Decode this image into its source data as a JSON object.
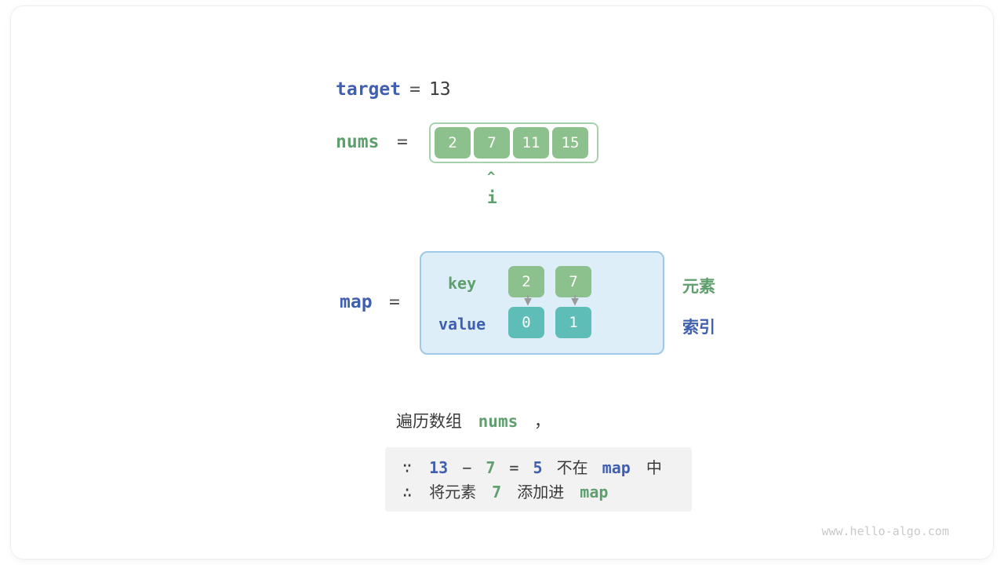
{
  "target": {
    "label": "target",
    "equals": "=",
    "value": "13"
  },
  "nums": {
    "label": "nums",
    "equals": "=",
    "cells": [
      "2",
      "7",
      "11",
      "15"
    ],
    "pointer_caret": "^",
    "pointer_label": "i"
  },
  "map": {
    "label": "map",
    "equals": "=",
    "key_label": "key",
    "value_label": "value",
    "keys": [
      "2",
      "7"
    ],
    "values": [
      "0",
      "1"
    ],
    "legend_key": "元素",
    "legend_value": "索引"
  },
  "narration": {
    "prefix": "遍历数组",
    "keyword": "nums",
    "suffix": "，"
  },
  "note": {
    "line1": {
      "mark": "∵",
      "a": "13",
      "minus": "−",
      "b": "7",
      "eq": "=",
      "result": "5",
      "mid": "不在",
      "map": "map",
      "tail": "中"
    },
    "line2": {
      "mark": "∴",
      "pre": "将元素",
      "elem": "7",
      "mid": "添加进",
      "map": "map"
    }
  },
  "watermark": "www.hello-algo.com",
  "colors": {
    "blue": "#3f5fb0",
    "green": "#5f9e6d",
    "cell_green": "#8cc08c",
    "cell_teal": "#5fbdb8",
    "map_bg": "#ddeef8",
    "map_border": "#9ec9e6",
    "note_bg": "#f2f2f2"
  }
}
